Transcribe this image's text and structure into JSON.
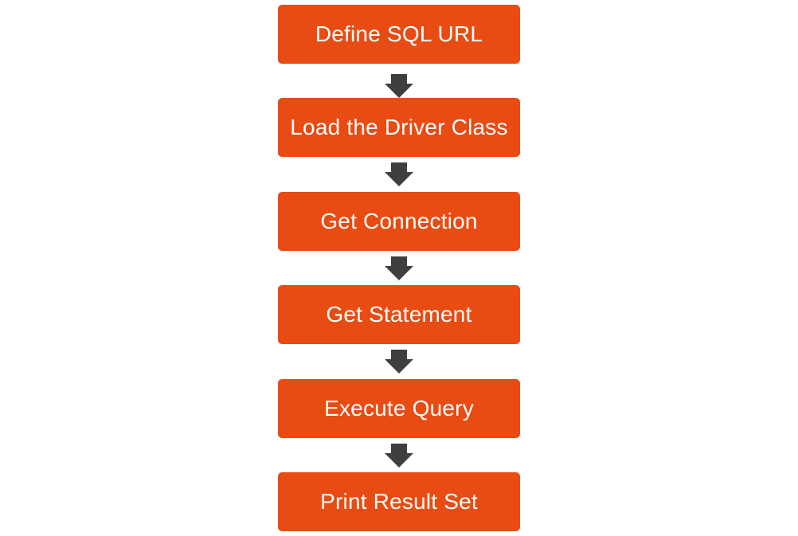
{
  "colors": {
    "box_fill": "#E84C13",
    "box_text": "#FFFFFF",
    "arrow_fill": "#3F3F3F",
    "background": "#FFFFFF"
  },
  "steps": [
    {
      "label": "Define SQL URL"
    },
    {
      "label": "Load the Driver Class"
    },
    {
      "label": "Get Connection"
    },
    {
      "label": "Get Statement"
    },
    {
      "label": "Execute Query"
    },
    {
      "label": "Print Result Set"
    }
  ],
  "arrows": [
    {
      "icon": "down-arrow-icon"
    },
    {
      "icon": "down-arrow-icon"
    },
    {
      "icon": "down-arrow-icon"
    },
    {
      "icon": "down-arrow-icon"
    },
    {
      "icon": "down-arrow-icon"
    }
  ]
}
